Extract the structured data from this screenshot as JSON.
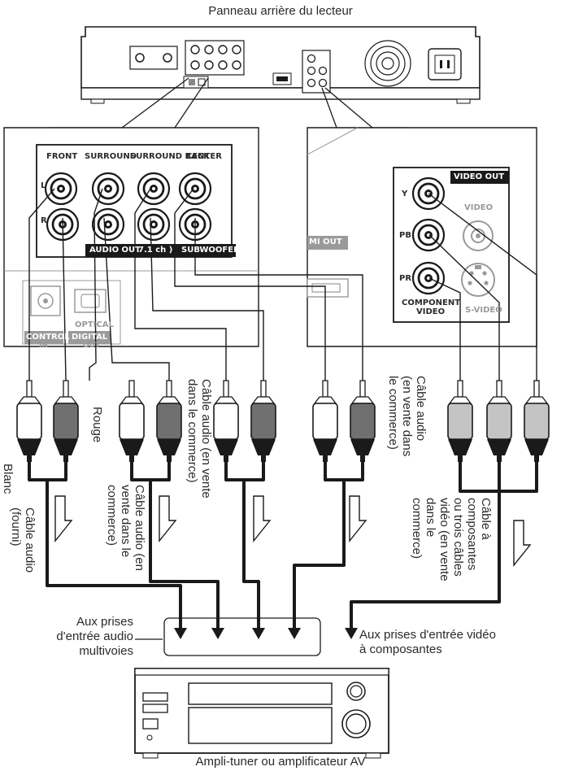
{
  "title": "Panneau arrière du lecteur",
  "footer": "Ampli-tuner ou amplificateur AV",
  "audio_panel": {
    "front": "FRONT",
    "surround": "SURROUND",
    "surround_back": "SURROUND BACK",
    "center": "CENTER",
    "l": "L",
    "r": "R",
    "audio_out": "AUDIO OUT",
    "channels": "7.1 ch )",
    "subwoofer": "SUBWOOFER",
    "control": "CONTROL",
    "control_in": "IN",
    "optical": "OPTICAL",
    "digital": "DIGITAL",
    "digital_out": "OUT"
  },
  "video_panel": {
    "video_out": "VIDEO OUT",
    "y": "Y",
    "pb": "PB",
    "pr": "PR",
    "video": "VIDEO",
    "component": "COMPONENT",
    "component_video": "VIDEO",
    "svideo": "S-VIDEO",
    "hdmi_out": "MI OUT"
  },
  "cables": {
    "rouge": "Rouge",
    "blanc": "Blanc",
    "cable_fourni": "Câble audio\n(fourni)",
    "cable_audio_1": "Câble audio (en\nvente dans le\ncommerce)",
    "cable_audio_2": "Câble audio (en vente\ndans le commerce)",
    "cable_audio_3": "Câble audio\n(en vente dans\nle commerce)",
    "cable_video": "Câble à\ncomposantes\nou trois câbles\nvidéo (en vente\ndans le\ncommerce)"
  },
  "inputs": {
    "audio_l1": "Aux prises",
    "audio_l2": "d'entrée audio",
    "audio_l3": "multivoies",
    "video_l1": "Aux prises d'entrée vidéo",
    "video_l2": "à composantes"
  },
  "colors": {
    "line": "#1a1a1a",
    "plug_white": "#ffffff",
    "plug_dark": "#707070",
    "plug_light": "#c4c4c4",
    "panel_gray": "#9a9a9a"
  }
}
